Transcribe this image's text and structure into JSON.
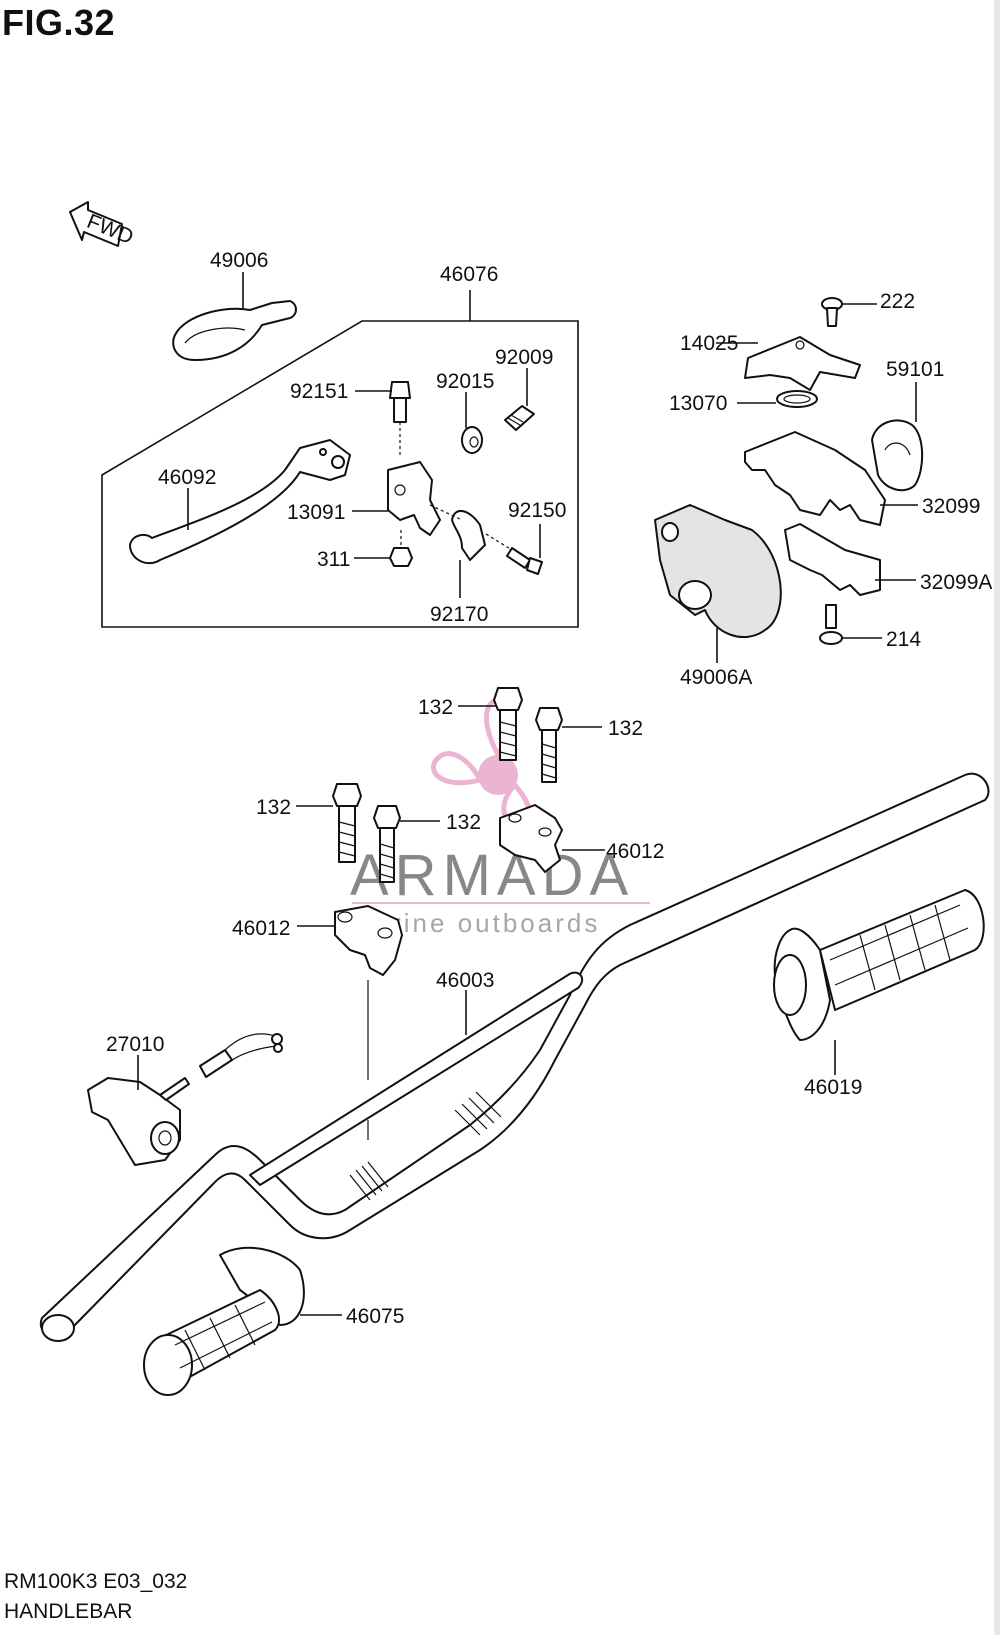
{
  "figure": {
    "title": "FIG.32",
    "code": "RM100K3 E03_032",
    "name": "HANDLEBAR",
    "direction_label": "FWD"
  },
  "watermark": {
    "brand": "ARMADA",
    "tagline": "marine outboards",
    "logo_color": "#e8a8c8"
  },
  "part_labels": {
    "p49006": "49006",
    "p46076": "46076",
    "p92009": "92009",
    "p92015": "92015",
    "p92151": "92151",
    "p46092": "46092",
    "p13091": "13091",
    "p92150": "92150",
    "p311": "311",
    "p92170": "92170",
    "p222": "222",
    "p14025": "14025",
    "p59101": "59101",
    "p13070": "13070",
    "p32099": "32099",
    "p32099A": "32099A",
    "p214": "214",
    "p49006A": "49006A",
    "p132a": "132",
    "p132b": "132",
    "p132c": "132",
    "p132d": "132",
    "p46012a": "46012",
    "p46012b": "46012",
    "p46003": "46003",
    "p27010": "27010",
    "p46019": "46019",
    "p46075": "46075"
  }
}
